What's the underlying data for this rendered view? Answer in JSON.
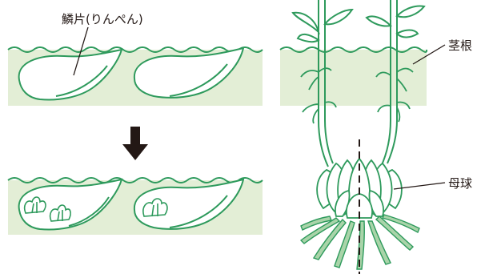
{
  "labels": {
    "scale": "鱗片(りんぺん)",
    "stem_root": "茎根",
    "mother_bulb": "母球"
  },
  "colors": {
    "soil_fill": "#e3eed6",
    "line_green": "#2e9a5c",
    "bulb_fill": "#ffffff",
    "ink": "#231815",
    "arrow": "#231815"
  },
  "icons": {
    "arrow": "down-arrow-icon"
  }
}
